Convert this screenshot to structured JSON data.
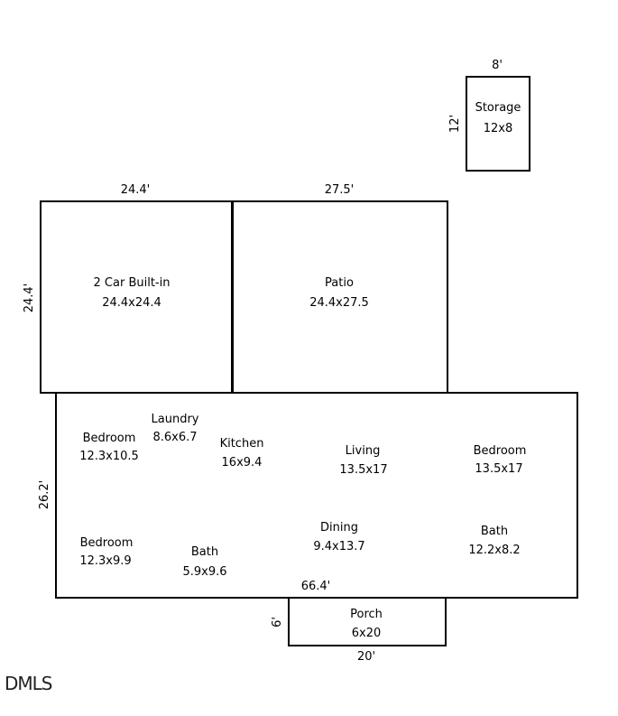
{
  "storage": {
    "name": "Storage",
    "size": "12x8",
    "width_dim": "8'",
    "height_dim": "12'"
  },
  "garage": {
    "name": "2 Car Built-in",
    "size": "24.4x24.4",
    "width_dim": "24.4'",
    "height_dim": "24.4'"
  },
  "patio": {
    "name": "Patio",
    "size": "24.4x27.5",
    "width_dim": "27.5'"
  },
  "house": {
    "height_dim": "26.2'",
    "width_dim": "66.4'"
  },
  "rooms": {
    "bedroom1": {
      "name": "Bedroom",
      "size": "12.3x10.5"
    },
    "laundry": {
      "name": "Laundry",
      "size": "8.6x6.7"
    },
    "kitchen": {
      "name": "Kitchen",
      "size": "16x9.4"
    },
    "living": {
      "name": "Living",
      "size": "13.5x17"
    },
    "bedroom2": {
      "name": "Bedroom",
      "size": "13.5x17"
    },
    "bedroom3": {
      "name": "Bedroom",
      "size": "12.3x9.9"
    },
    "bath1": {
      "name": "Bath",
      "size": "5.9x9.6"
    },
    "dining": {
      "name": "Dining",
      "size": "9.4x13.7"
    },
    "bath2": {
      "name": "Bath",
      "size": "12.2x8.2"
    }
  },
  "porch": {
    "name": "Porch",
    "size": "6x20",
    "width_dim": "20'",
    "height_dim": "6'"
  },
  "logo": "DMLS"
}
